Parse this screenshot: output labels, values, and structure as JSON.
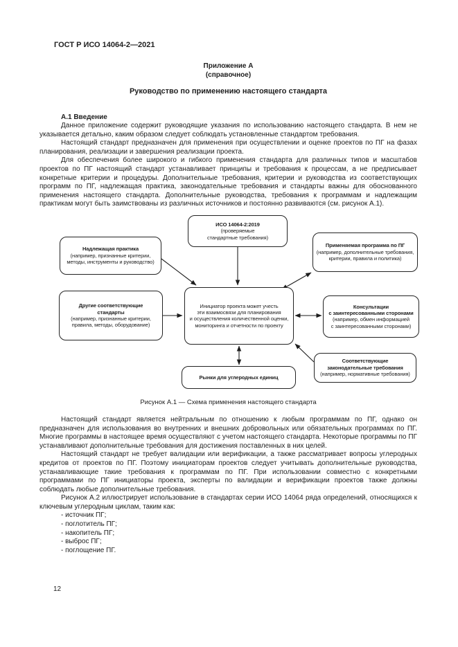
{
  "page": {
    "doc_number": "ГОСТ Р ИСО 14064-2—2021",
    "page_number": "12"
  },
  "appendix": {
    "label": "Приложение А",
    "type": "(справочное)",
    "title": "Руководство по применению настоящего стандарта"
  },
  "section": {
    "heading": "А.1 Введение",
    "p1": "Данное приложение содержит руководящие указания по использованию настоящего стандарта. В нем не указывается детально, каким образом следует соблюдать установленные стандартом требования.",
    "p2": "Настоящий стандарт предназначен для применения при осуществлении и оценке проектов по ПГ на фазах планирования, реализации и завершения реализации проекта.",
    "p3": "Для обеспечения более широкого и гибкого применения стандарта для различных типов и масштабов проектов по ПГ настоящий стандарт устанавливает принципы и требования к процессам, а не предписывает конкретные критерии и процедуры. Дополнительные требования, критерии и руководства из соответствующих программ по ПГ, надлежащая практика, законодательные требования и стандарты важны для обоснованного применения настоящего стандарта. Дополнительные руководства, требования к программам и надлежащим практикам могут быть заимствованы из различных источников и постоянно развиваются (см. рисунок А.1)."
  },
  "figure": {
    "caption": "Рисунок А.1 — Схема применения настоящего стандарта",
    "boxes": {
      "iso": {
        "title": "ИСО 14064-2:2019",
        "subtitle": [
          "(проверяемые",
          "стандартные требования)"
        ]
      },
      "good_practice": {
        "title": "Надлежащая практика",
        "subtitle": [
          "(например, признанные критерии,",
          "методы, инструменты и руководство)"
        ]
      },
      "program": {
        "title": "Применяемая программа по ПГ",
        "subtitle": [
          "(например, дополнительные требования,",
          "критерии, правила и политика)"
        ]
      },
      "other_standards": {
        "title": [
          "Другие соответствующие",
          "стандарты"
        ],
        "subtitle": [
          "(например, признанные критерии,",
          "правила, методы, оборудование)"
        ]
      },
      "center": {
        "text": [
          "Инициатор проекта может учесть",
          "эти взаимосвязи для планирования",
          "и осуществления количественной оценки,",
          "мониторинга и отчетности по проекту"
        ]
      },
      "consultations": {
        "title": [
          "Консультации",
          "с заинтересованными сторонами"
        ],
        "subtitle": [
          "(например, обмен информацией",
          "с заинтересованными сторонами)"
        ]
      },
      "legal": {
        "title": [
          "Соответствующие",
          "законодательные требования"
        ],
        "subtitle": "(например, нормативные требования)"
      },
      "markets": {
        "title": "Рынки для углеродных единиц"
      }
    }
  },
  "after_figure": {
    "p4": "Настоящий стандарт является нейтральным по отношению к любым программам по ПГ, однако он предназначен для использования во внутренних и внешних добровольных или обязательных программах по ПГ. Многие программы в настоящее время осуществляют с учетом настоящего стандарта. Некоторые программы по ПГ устанавливают дополнительные требования для достижения поставленных в них целей.",
    "p5": "Настоящий стандарт не требует валидации или верификации, а также рассматривает вопросы углеродных кредитов от проектов по ПГ. Поэтому инициаторам проектов следует учитывать дополнительные руководства, устанавливающие такие требования к программам по ПГ. При использовании совместно с конкретными программами по ПГ инициаторы проекта, эксперты по валидации и верификации проектов также должны соблюдать любые дополнительные требования.",
    "p6": "Рисунок А.2 иллюстрирует использование в стандартах серии ИСО 14064 ряда определений, относящихся к ключевым углеродным циклам, таким как:",
    "list": [
      "- источник ПГ;",
      "- поглотитель ПГ;",
      "- накопитель ПГ;",
      "- выброс ПГ;",
      "- поглощение ПГ."
    ]
  }
}
